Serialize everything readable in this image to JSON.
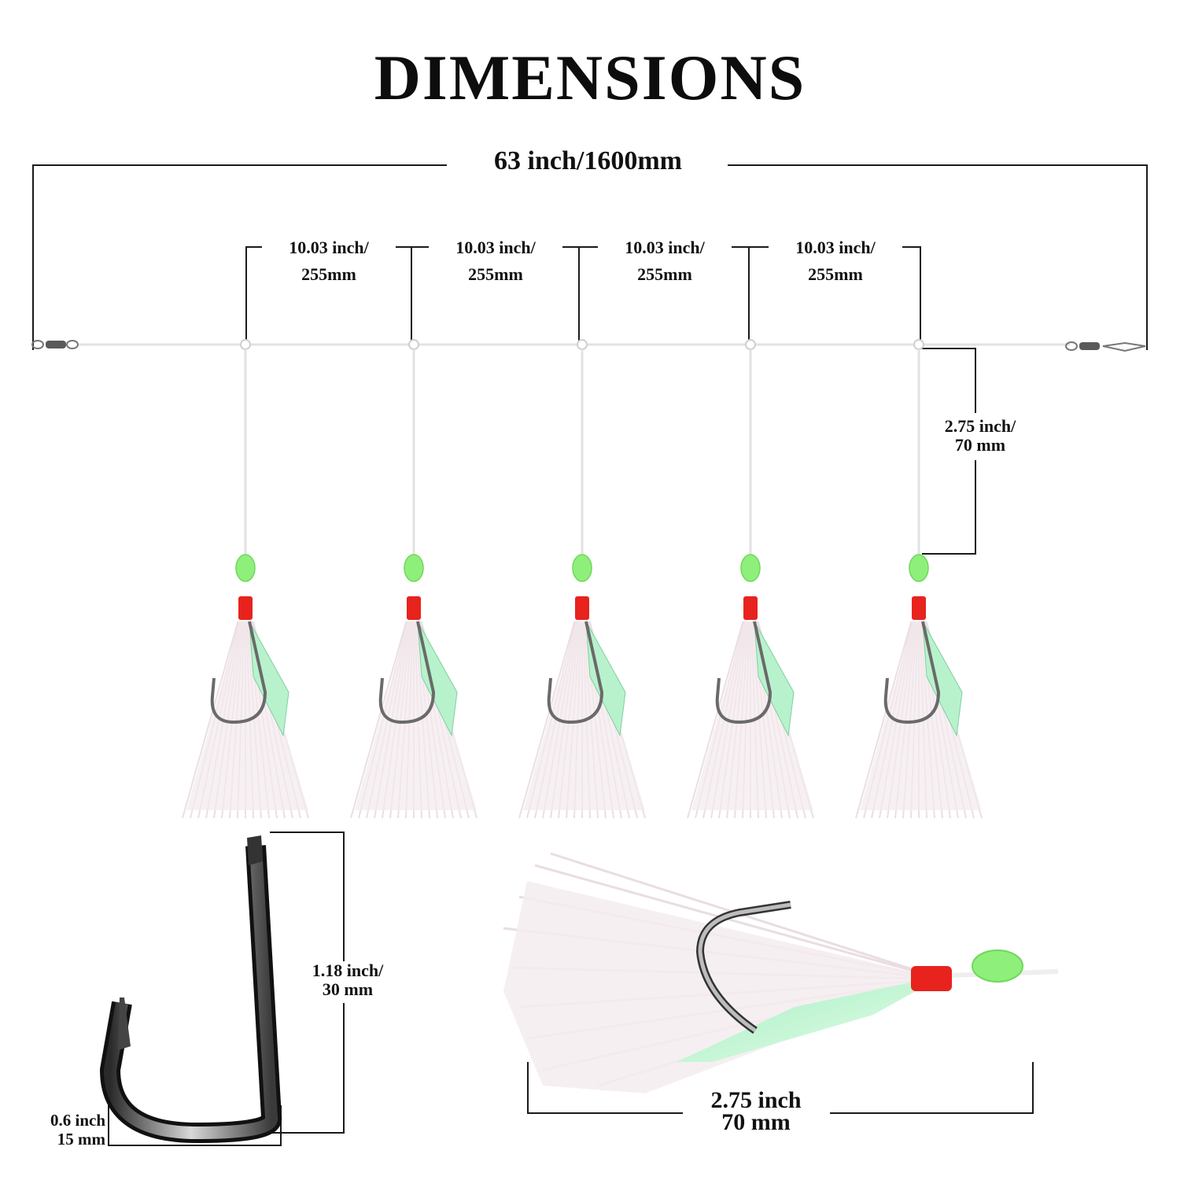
{
  "title": "DIMENSIONS",
  "overall_length": "63 inch/1600mm",
  "spacing": [
    {
      "line1": "10.03 inch/",
      "line2": "255mm"
    },
    {
      "line1": "10.03 inch/",
      "line2": "255mm"
    },
    {
      "line1": "10.03 inch/",
      "line2": "255mm"
    },
    {
      "line1": "10.03 inch/",
      "line2": "255mm"
    }
  ],
  "dropper_length": {
    "line1": "2.75 inch/",
    "line2": "70 mm"
  },
  "hook_length": {
    "line1": "1.18 inch/",
    "line2": "30 mm"
  },
  "hook_gap": {
    "line1": "0.6 inch",
    "line2": "15 mm"
  },
  "fly_length": {
    "line1": "2.75 inch",
    "line2": "70 mm"
  },
  "fly_count": 5,
  "colors": {
    "bead": "#8ef07a",
    "wrap": "#e8231d",
    "flash": "#b8f2cc",
    "skirt": "#f3e9ee",
    "hook": "#6a6a6a",
    "line": "#e2e2e2",
    "dimension": "#1a1a1a"
  }
}
